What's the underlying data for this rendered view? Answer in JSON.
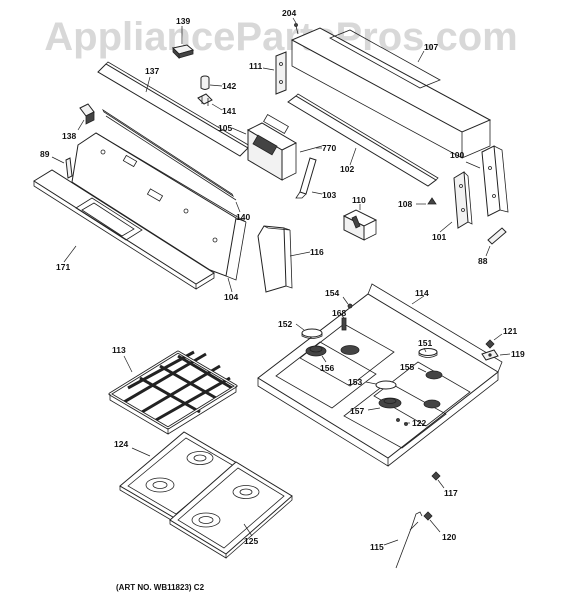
{
  "watermark": "AppliancePartsPros.com",
  "art_number": "(ART NO. WB11823) C2",
  "callouts": {
    "p139": "139",
    "p204": "204",
    "p107": "107",
    "p137": "137",
    "p111": "111",
    "p142": "142",
    "p141": "141",
    "p138": "138",
    "p105": "105",
    "p770": "770",
    "p89": "89",
    "p102": "102",
    "p103": "103",
    "p100": "100",
    "p140": "140",
    "p110": "110",
    "p108": "108",
    "p101": "101",
    "p171": "171",
    "p116": "116",
    "p88": "88",
    "p104": "104",
    "p154": "154",
    "p114": "114",
    "p168": "168",
    "p152": "152",
    "p121": "121",
    "p151": "151",
    "p113": "113",
    "p119": "119",
    "p156": "156",
    "p155": "155",
    "p153": "153",
    "p157": "157",
    "p122": "122",
    "p124": "124",
    "p117": "117",
    "p120": "120",
    "p125": "125",
    "p115": "115"
  }
}
